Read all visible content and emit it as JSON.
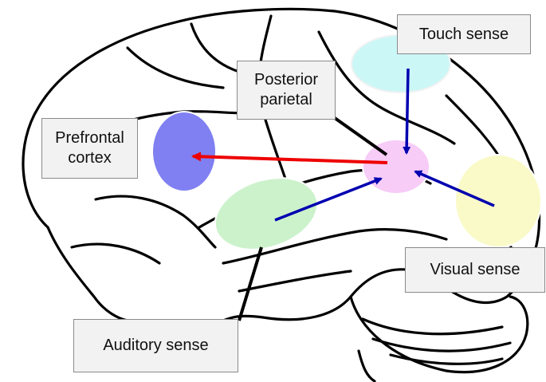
{
  "labels": {
    "touch": "Touch sense",
    "posterior_parietal": "Posterior\nparietal",
    "prefrontal": "Prefrontal\ncortex",
    "visual": "Visual sense",
    "auditory": "Auditory sense"
  },
  "colors": {
    "touch_region": "#ccf7f7",
    "prefrontal_region": "#8080f2",
    "parietal_hub": "#f7ccf7",
    "auditory_region": "#ccf2cc",
    "visual_region": "#fafac8",
    "input_arrows": "#0000b0",
    "output_arrow": "#ee0000",
    "outline": "#000000",
    "label_fill": "#f2f2f2"
  }
}
